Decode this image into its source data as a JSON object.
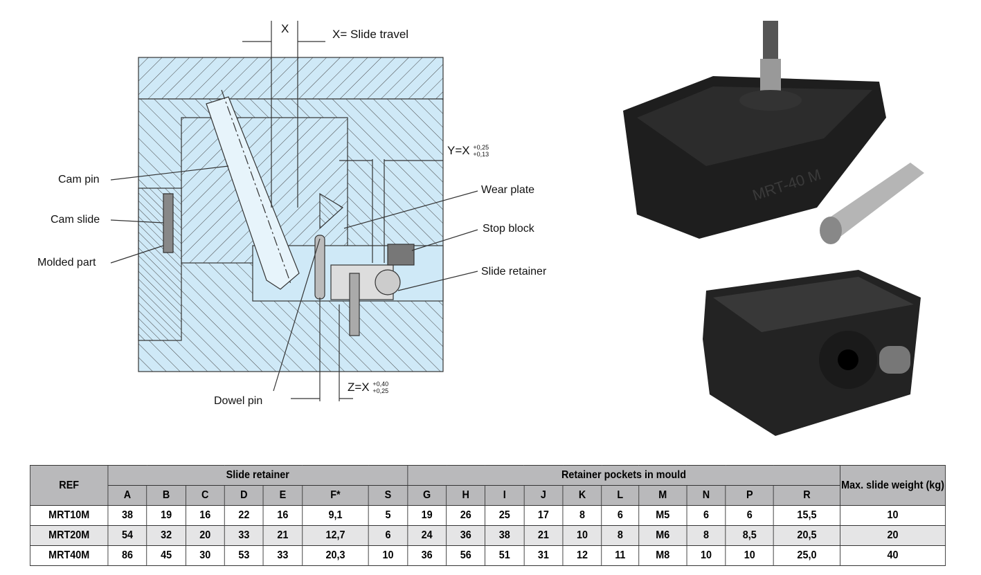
{
  "diagram": {
    "labels": {
      "cam_pin": "Cam pin",
      "cam_slide": "Cam slide",
      "molded_part": "Molded part",
      "dowel_pin": "Dowel pin",
      "wear_plate": "Wear plate",
      "stop_block": "Stop block",
      "slide_retainer": "Slide retainer"
    },
    "dimensions": {
      "x_symbol": "X",
      "x_legend": "X= Slide travel",
      "y_main": "Y=X",
      "y_tol_upper": "+0,25",
      "y_tol_lower": "+0,13",
      "z_main": "Z=X",
      "z_tol_upper": "+0,40",
      "z_tol_lower": "+0,25"
    },
    "colors": {
      "fill": "#cfe9f7",
      "line": "#333333"
    }
  },
  "photos": {
    "engraving": "MRT-40 M"
  },
  "table": {
    "ref_header": "REF",
    "group1": "Slide retainer",
    "group2": "Retainer pockets in mould",
    "max_header": "Max. slide weight (kg)",
    "columns": [
      "A",
      "B",
      "C",
      "D",
      "E",
      "F*",
      "S",
      "G",
      "H",
      "I",
      "J",
      "K",
      "L",
      "M",
      "N",
      "P",
      "R"
    ],
    "rows": [
      {
        "ref": "MRT10M",
        "values": [
          "38",
          "19",
          "16",
          "22",
          "16",
          "9,1",
          "5",
          "19",
          "26",
          "25",
          "17",
          "8",
          "6",
          "M5",
          "6",
          "6",
          "15,5"
        ],
        "max": "10"
      },
      {
        "ref": "MRT20M",
        "values": [
          "54",
          "32",
          "20",
          "33",
          "21",
          "12,7",
          "6",
          "24",
          "36",
          "38",
          "21",
          "10",
          "8",
          "M6",
          "8",
          "8,5",
          "20,5"
        ],
        "max": "20"
      },
      {
        "ref": "MRT40M",
        "values": [
          "86",
          "45",
          "30",
          "53",
          "33",
          "20,3",
          "10",
          "36",
          "56",
          "51",
          "31",
          "12",
          "11",
          "M8",
          "10",
          "10",
          "25,0"
        ],
        "max": "40"
      }
    ]
  }
}
